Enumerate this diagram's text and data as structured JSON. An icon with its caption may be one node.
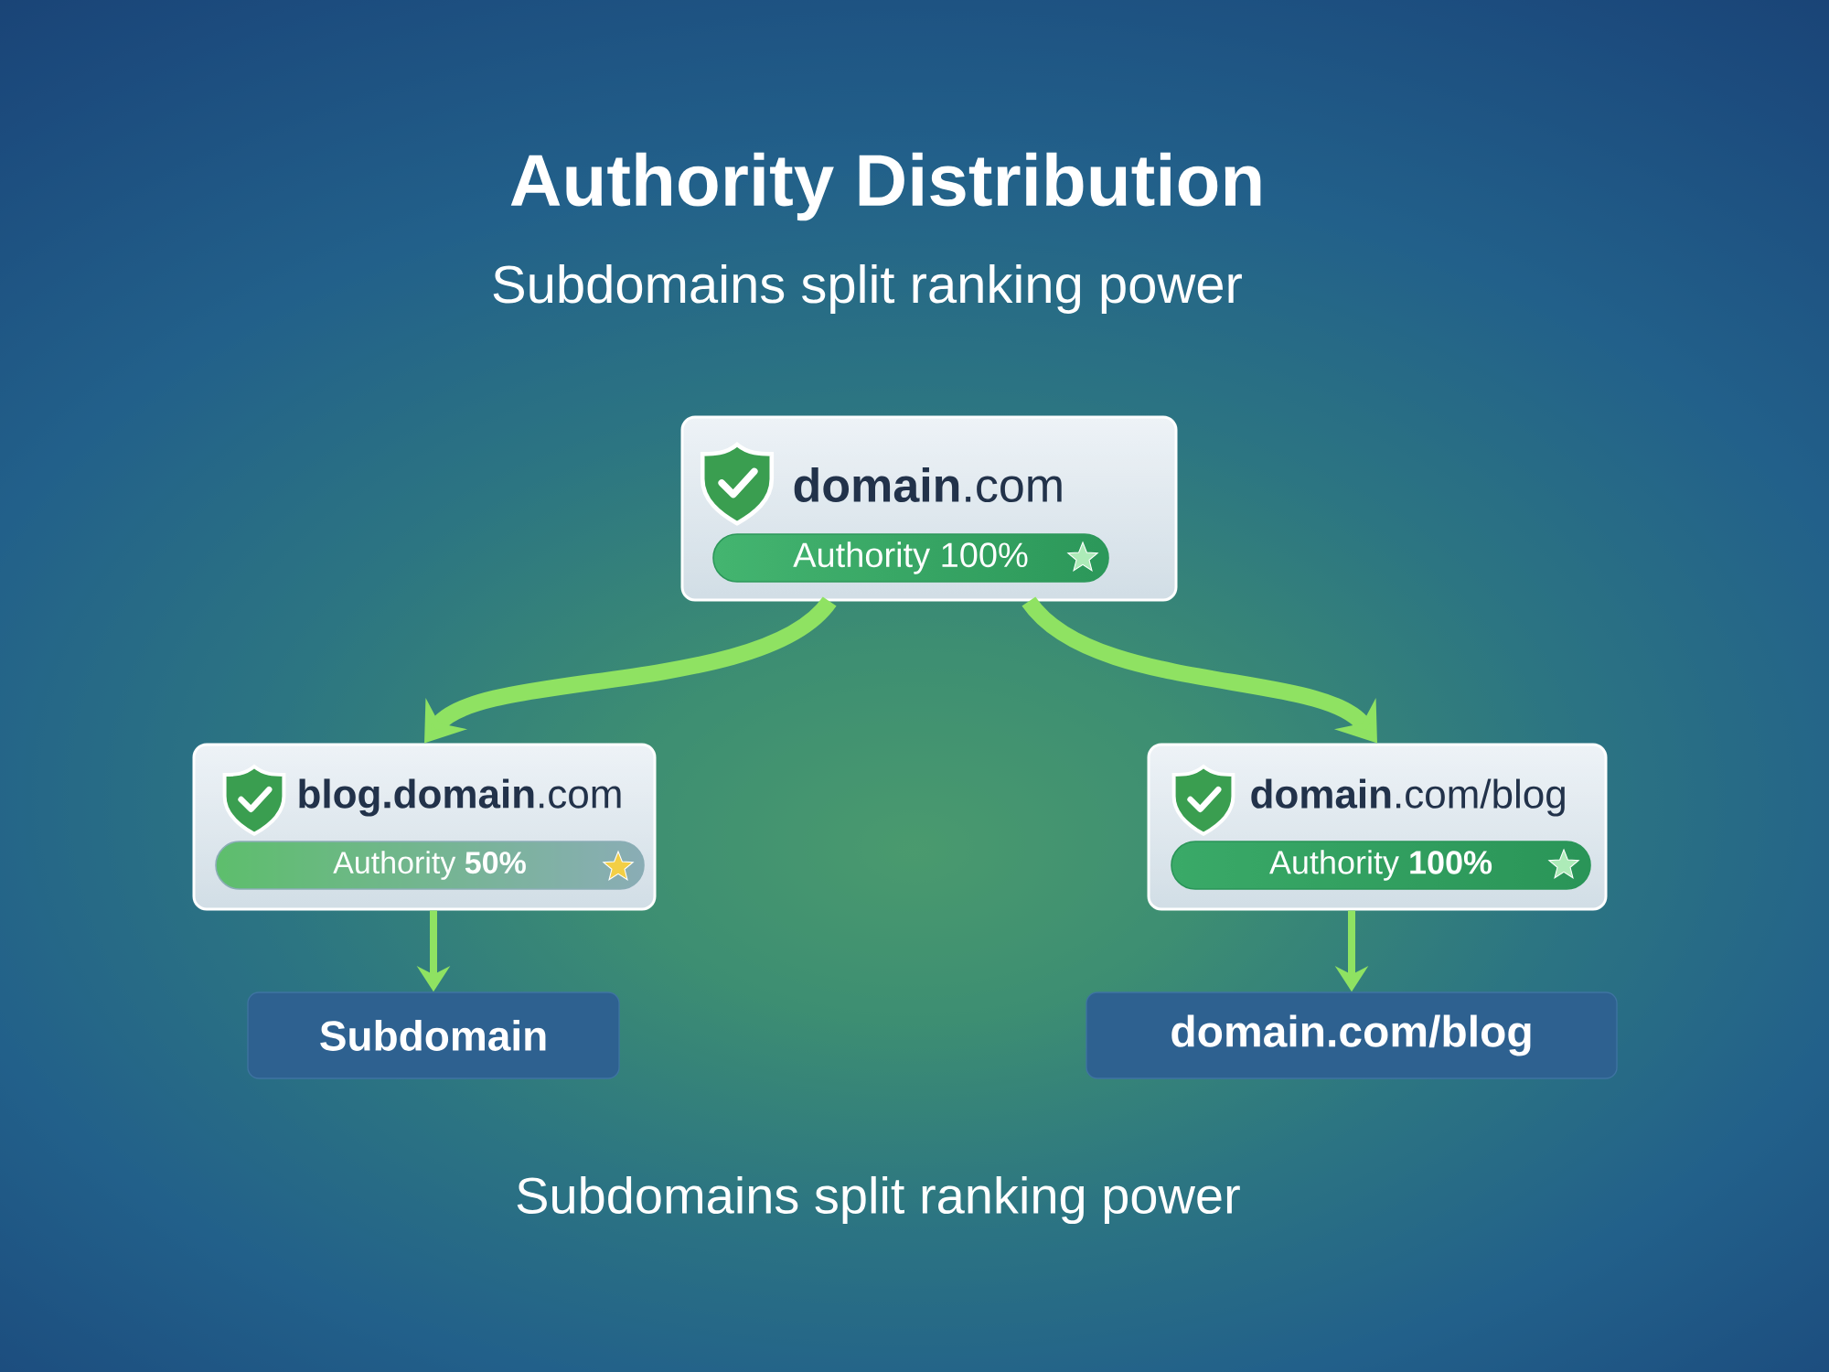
{
  "diagram": {
    "title": "Authority Distribution",
    "caption": "Subdomains split ranking power",
    "nodes": [
      {
        "text": [
          "**domain**.com"
        ]
      },
      {
        "text": [
          "Authority 100%"
        ],
        "in": 0
      },
      {
        "text": [
          "**blog.domain**.com"
        ]
      },
      {
        "text": [
          "Authority **50%**"
        ],
        "in": 2
      },
      {
        "text": [
          "**domain**.com/blog"
        ]
      },
      {
        "text": [
          "Authority **100%**"
        ],
        "in": 4
      },
      {
        "text": [
          "Subdomain"
        ]
      },
      {
        "text": [
          "domain.com/blog"
        ]
      }
    ],
    "edges": [
      {
        "from": 0,
        "to": 2,
        "arrow": "to",
        "style": "thick"
      },
      {
        "from": 0,
        "to": 4,
        "arrow": "to",
        "style": "thick"
      },
      {
        "from": 2,
        "to": 6,
        "arrow": "to"
      },
      {
        "from": 4,
        "to": 7,
        "arrow": "to"
      }
    ],
    "labels": [
      "Subdomains split ranking power"
    ]
  }
}
